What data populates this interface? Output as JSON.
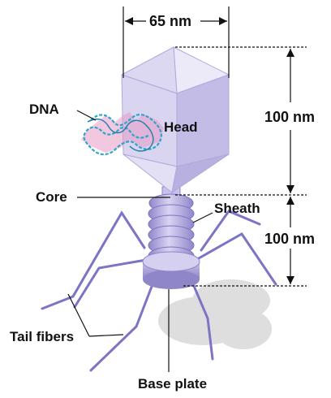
{
  "labels": {
    "dna": "DNA",
    "head": "Head",
    "core": "Core",
    "sheath": "Sheath",
    "tail_fibers": "Tail fibers",
    "base_plate": "Base plate"
  },
  "dimensions": {
    "head_width": "65 nm",
    "head_height": "100 nm",
    "tail_height": "100 nm"
  },
  "colors": {
    "capsid_light": "#e6e2f5",
    "capsid_mid": "#cfc9ec",
    "capsid_dark": "#b5adde",
    "sheath": "#a79ed6",
    "fiber": "#7c74c4",
    "dna": "#2aa6c9",
    "dna_highlight": "#e58fc0",
    "shadow": "#d8d8d8"
  }
}
